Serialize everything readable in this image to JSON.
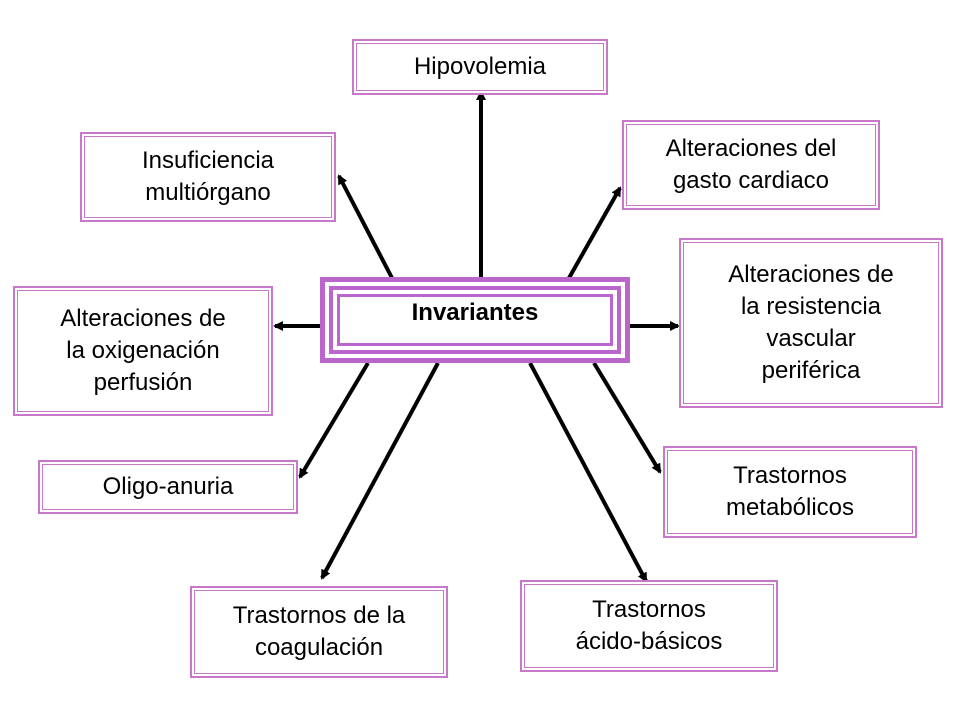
{
  "colors": {
    "border": "#c878c8",
    "center_border": "#bb66cc",
    "arrow": "#000000"
  },
  "center": {
    "label": "Invariantes"
  },
  "nodes": {
    "hipovolemia": "Hipovolemia",
    "insuficiencia": "Insuficiencia\nmultiórgano",
    "gasto": "Alteraciones del\ngasto cardiaco",
    "resistencia": "Alteraciones de\nla resistencia\nvascular\nperiférica",
    "oxigenacion": "Alteraciones de\nla oxigenación\nperfusión",
    "oligo": "Oligo-anuria",
    "metabolicos": "Trastornos\nmetabólicos",
    "coagulacion": "Trastornos de la\ncoagulación",
    "acido": "Trastornos\nácido-básicos"
  }
}
